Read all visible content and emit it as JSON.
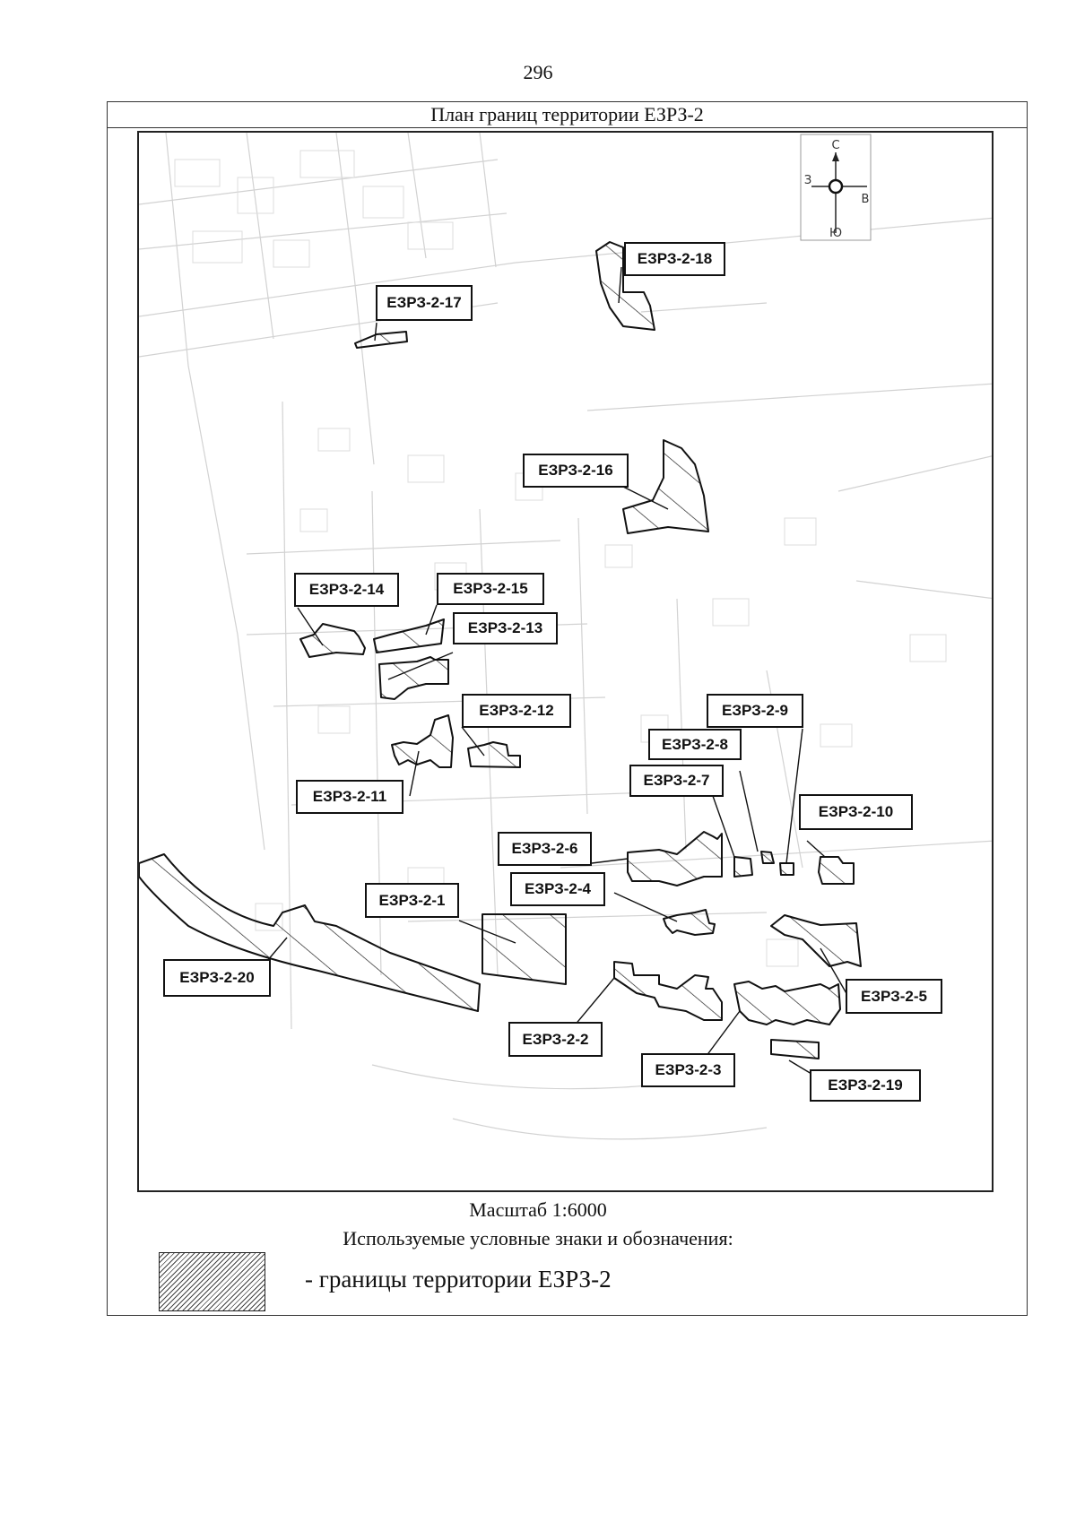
{
  "page_number": "296",
  "title": "План границ территории ЕЗРЗ-2",
  "compass": {
    "north": "С",
    "west": "З",
    "east": "В",
    "south": "Ю"
  },
  "zones": [
    {
      "id": "z1",
      "label": "ЕЗРЗ-2-1"
    },
    {
      "id": "z2",
      "label": "ЕЗРЗ-2-2"
    },
    {
      "id": "z3",
      "label": "ЕЗРЗ-2-3"
    },
    {
      "id": "z4",
      "label": "ЕЗРЗ-2-4"
    },
    {
      "id": "z5",
      "label": "ЕЗРЗ-2-5"
    },
    {
      "id": "z6",
      "label": "ЕЗРЗ-2-6"
    },
    {
      "id": "z7",
      "label": "ЕЗРЗ-2-7"
    },
    {
      "id": "z8",
      "label": "ЕЗРЗ-2-8"
    },
    {
      "id": "z9",
      "label": "ЕЗРЗ-2-9"
    },
    {
      "id": "z10",
      "label": "ЕЗРЗ-2-10"
    },
    {
      "id": "z11",
      "label": "ЕЗРЗ-2-11"
    },
    {
      "id": "z12",
      "label": "ЕЗРЗ-2-12"
    },
    {
      "id": "z13",
      "label": "ЕЗРЗ-2-13"
    },
    {
      "id": "z14",
      "label": "ЕЗРЗ-2-14"
    },
    {
      "id": "z15",
      "label": "ЕЗРЗ-2-15"
    },
    {
      "id": "z16",
      "label": "ЕЗРЗ-2-16"
    },
    {
      "id": "z17",
      "label": "ЕЗРЗ-2-17"
    },
    {
      "id": "z18",
      "label": "ЕЗРЗ-2-18"
    },
    {
      "id": "z19",
      "label": "ЕЗРЗ-2-19"
    },
    {
      "id": "z20",
      "label": "ЕЗРЗ-2-20"
    }
  ],
  "scale": "Масштаб 1:6000",
  "legend": {
    "title": "Используемые условные знаки и обозначения:",
    "item": "- границы территории ЕЗРЗ-2"
  }
}
